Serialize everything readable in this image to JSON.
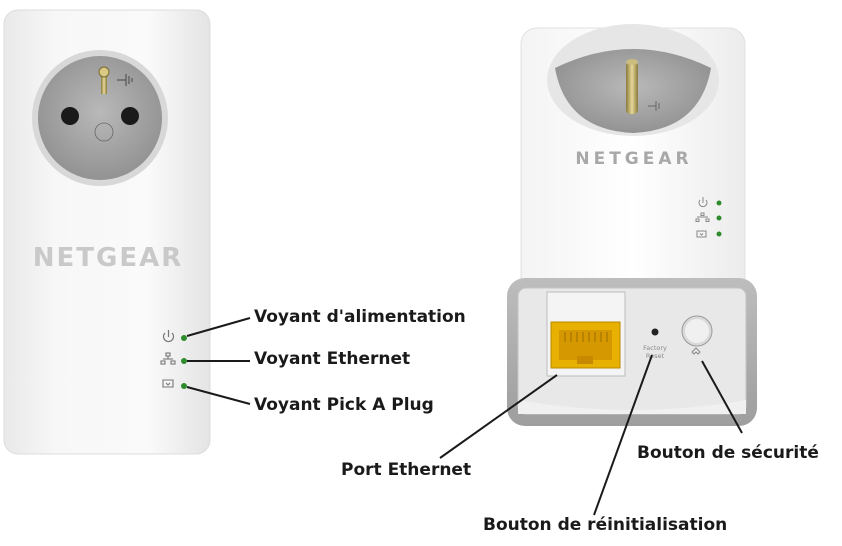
{
  "left_device": {
    "brand": "NETGEAR",
    "leds": [
      {
        "icon": "power-icon",
        "color": "#2e8b2e"
      },
      {
        "icon": "ethernet-icon",
        "color": "#2e8b2e"
      },
      {
        "icon": "pick-a-plug-icon",
        "color": "#2e8b2e"
      }
    ]
  },
  "right_device": {
    "brand": "NETGEAR",
    "factory_reset_label_line1": "Factory",
    "factory_reset_label_line2": "Reset",
    "port_color": "#e8b000",
    "leds": [
      {
        "icon": "power-icon",
        "color": "#2e8b2e"
      },
      {
        "icon": "ethernet-icon",
        "color": "#2e8b2e"
      },
      {
        "icon": "pick-a-plug-icon",
        "color": "#2e8b2e"
      }
    ]
  },
  "callouts": {
    "power_led": "Voyant d'alimentation",
    "ethernet_led": "Voyant Ethernet",
    "pick_a_plug_led": "Voyant Pick A Plug",
    "ethernet_port": "Port Ethernet",
    "security_button": "Bouton de sécurité",
    "reset_button": "Bouton de réinitialisation"
  }
}
